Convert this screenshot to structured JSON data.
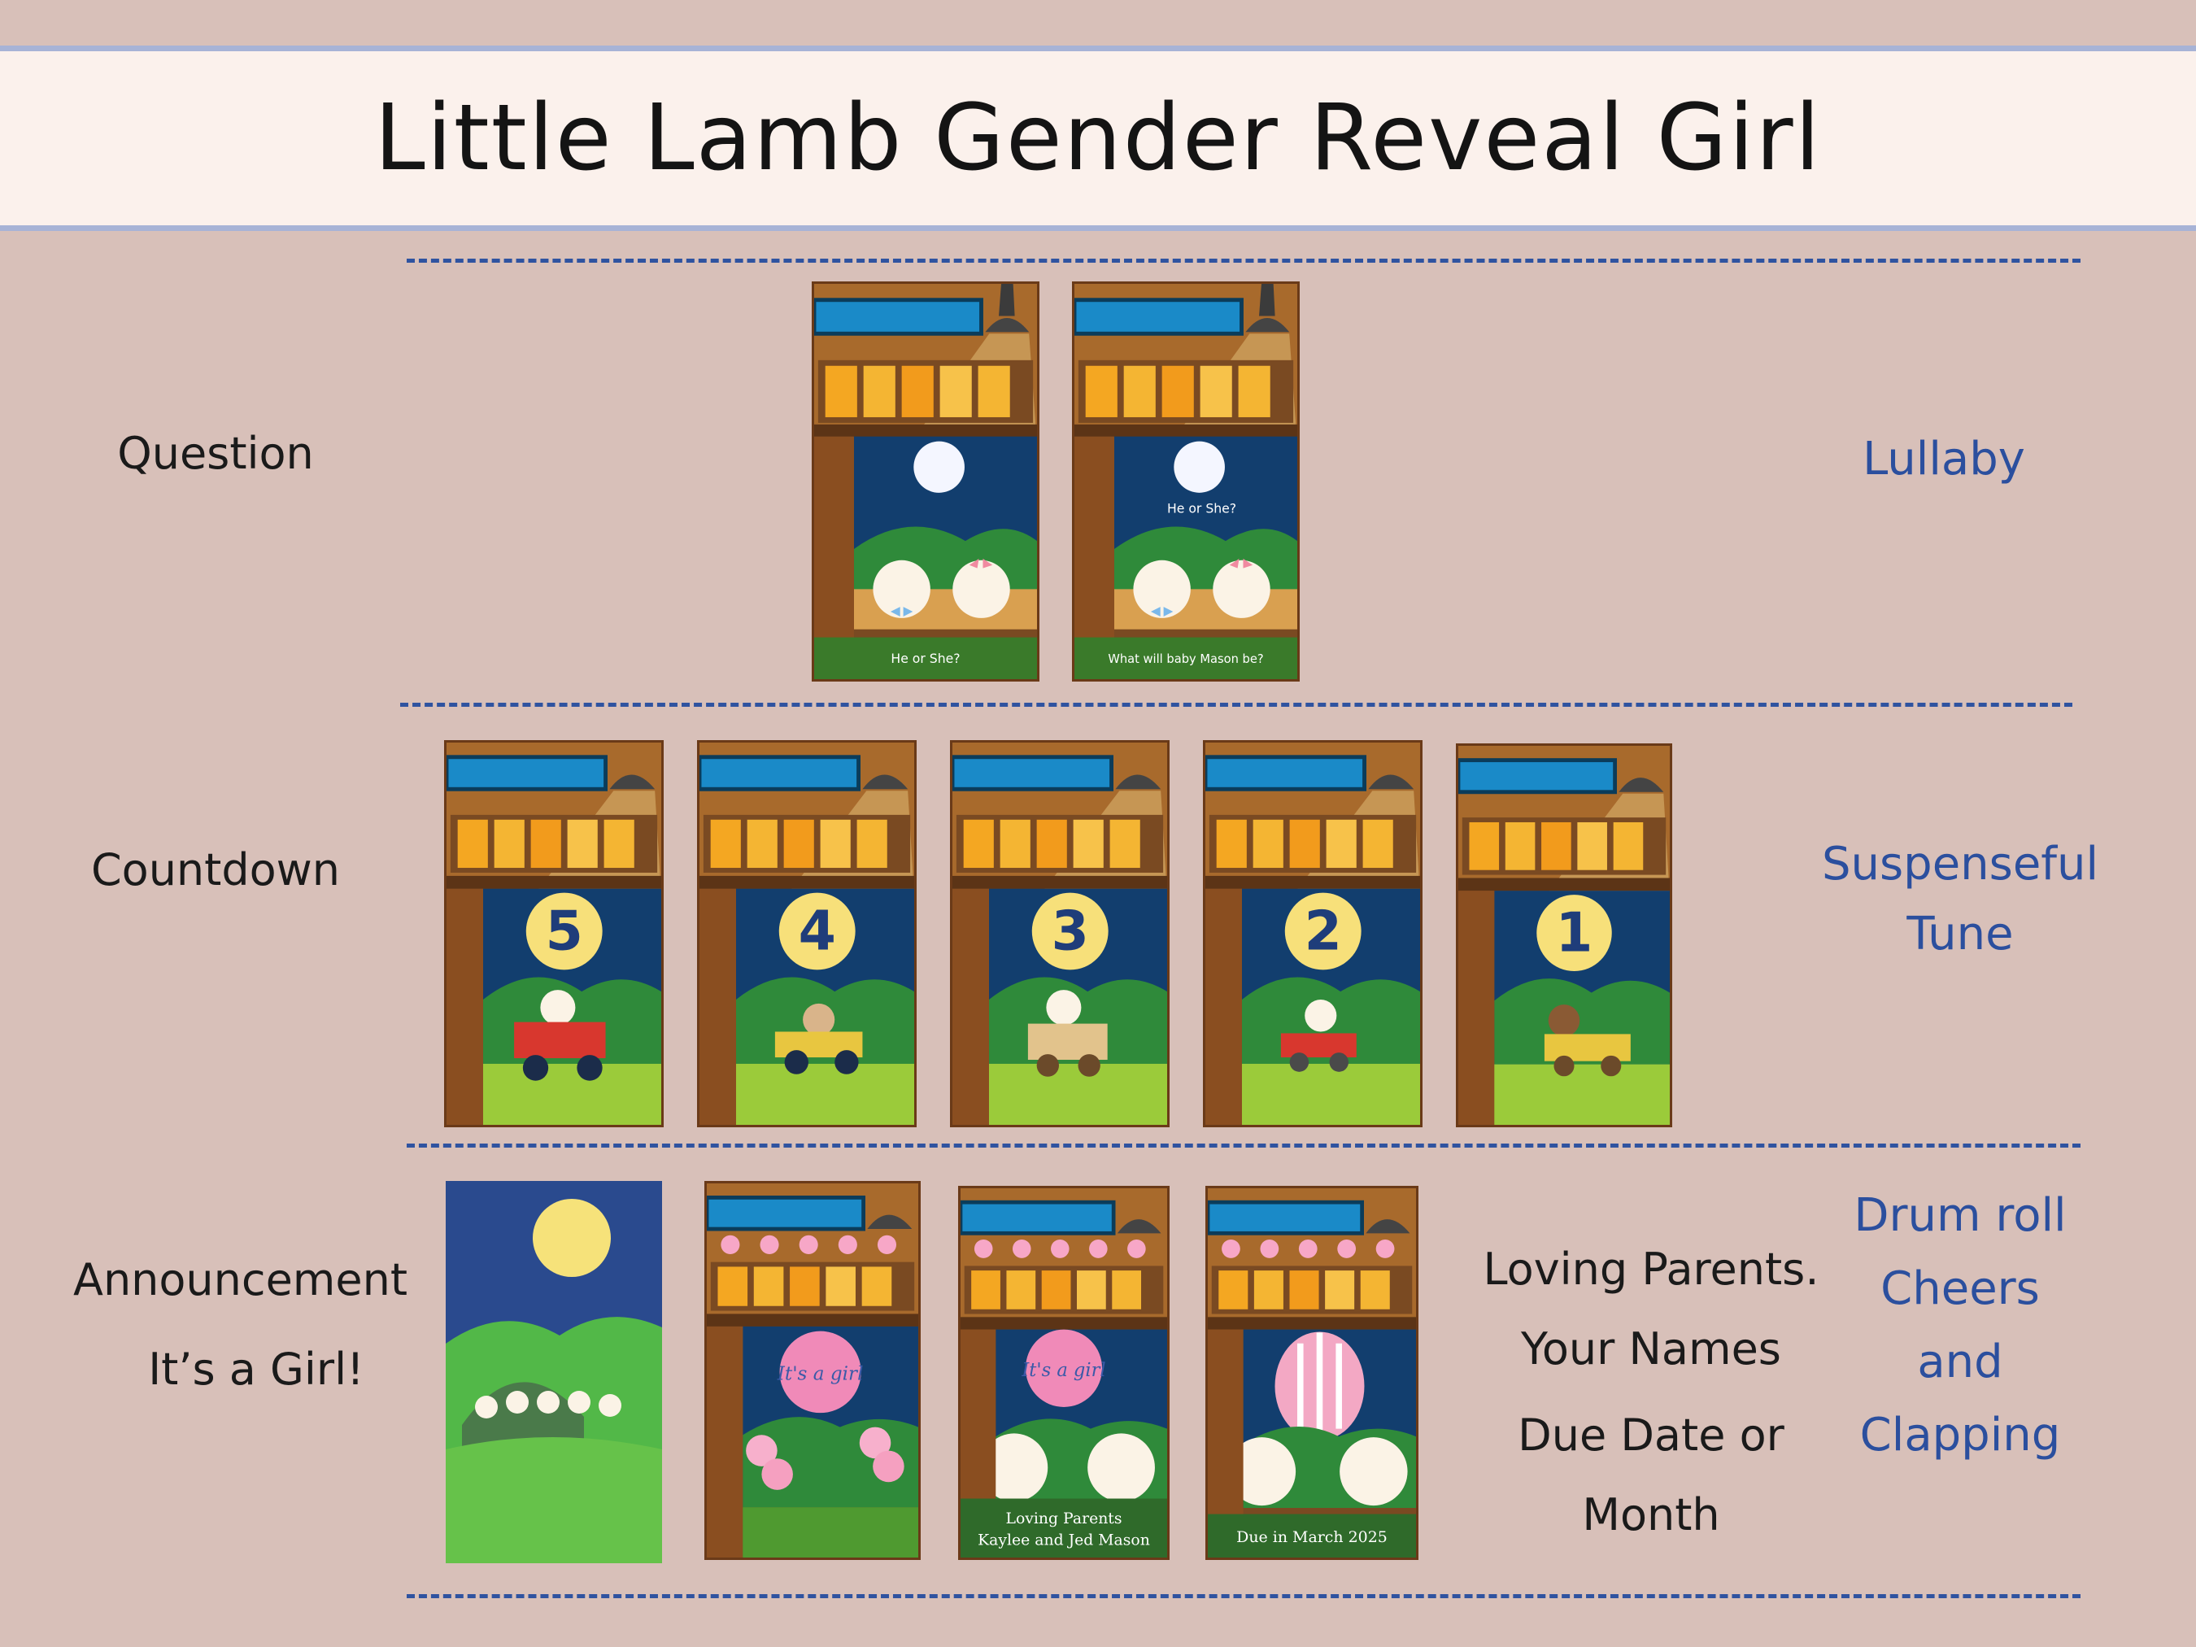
{
  "title": "Little Lamb Gender Reveal Girl",
  "sections": {
    "question": {
      "label": "Question",
      "music": "Lullaby",
      "cards": [
        {
          "caption": "He   or   She?"
        },
        {
          "overlay": "He   or   She?",
          "caption": "What will baby Mason be?"
        }
      ]
    },
    "countdown": {
      "label": "Countdown",
      "music_line1": "Suspenseful",
      "music_line2": "Tune",
      "numbers": [
        "5",
        "4",
        "3",
        "2",
        "1"
      ]
    },
    "announcement": {
      "label_line1": "Announcement",
      "label_line2": "It’s a Girl!",
      "details": [
        "Loving Parents.",
        "Your Names",
        "Due Date or",
        "Month"
      ],
      "music": [
        "Drum roll",
        "Cheers",
        "and",
        "Clapping"
      ],
      "badge": "It's a girl",
      "card3_line1": "Loving Parents",
      "card3_line2": "Kaylee and Jed Mason",
      "card4_caption": "Due in March 2025"
    }
  },
  "colors": {
    "background": "#d8c0b9",
    "band": "#fbf1ec",
    "band_border": "#a7b3d6",
    "dash": "#2f53a0",
    "music_text": "#2b4f9e"
  }
}
